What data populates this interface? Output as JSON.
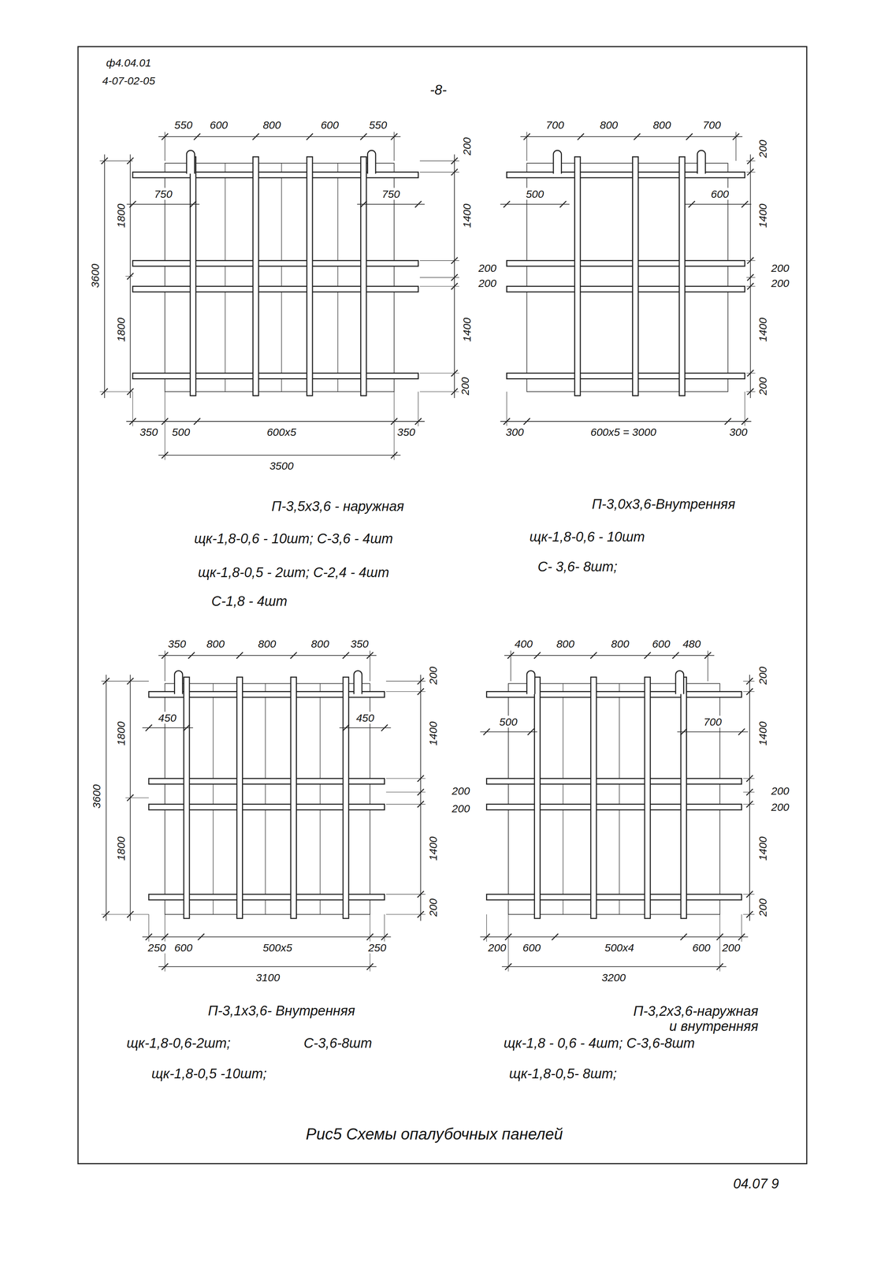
{
  "diagram": {
    "caption": "Рис5 Схемы опалубочных панелей",
    "labels": [
      "ф4.04.01",
      "4-07-02-05",
      "-8-",
      "550",
      "600",
      "800",
      "600",
      "550",
      "200",
      "1400",
      "200",
      "200",
      "1400",
      "200",
      "1800",
      "3600",
      "1800",
      "750",
      "750",
      "350",
      "500",
      "600х5",
      "350",
      "3500",
      "П-3,5х3,6 - наружная",
      "щк-1,8-0,6 - 10шт; С-3,6 - 4шт",
      "щк-1,8-0,5 - 2шт; С-2,4 - 4шт",
      "С-1,8 - 4шт",
      "700",
      "800",
      "800",
      "700",
      "200",
      "1400",
      "200",
      "200",
      "1400",
      "200",
      "500",
      "600",
      "300",
      "600х5 = 3000",
      "300",
      "П-3,0х3,6-Внутренняя",
      "щк-1,8-0,6 - 10шт",
      "С- 3,6- 8шт;",
      "350",
      "800",
      "800",
      "800",
      "350",
      "200",
      "1400",
      "200",
      "200",
      "1400",
      "200",
      "1800",
      "3600",
      "1800",
      "450",
      "450",
      "250",
      "600",
      "500х5",
      "250",
      "3100",
      "П-3,1х3,6- Внутренняя",
      "щк-1,8-0,6-2шт;",
      "С-3,6-8шт",
      "щк-1,8-0,5 -10шт;",
      "400",
      "800",
      "800",
      "600",
      "480",
      "200",
      "1400",
      "200",
      "200",
      "1400",
      "200",
      "500",
      "700",
      "200",
      "600",
      "500х4",
      "600",
      "200",
      "3200",
      "П-3,2х3,6-наружная и внутренняя",
      "щк-1,8 - 0,6 - 4шт; С-3,6-8шт",
      "щк-1,8-0,5- 8шт;",
      "04.07 9"
    ]
  }
}
